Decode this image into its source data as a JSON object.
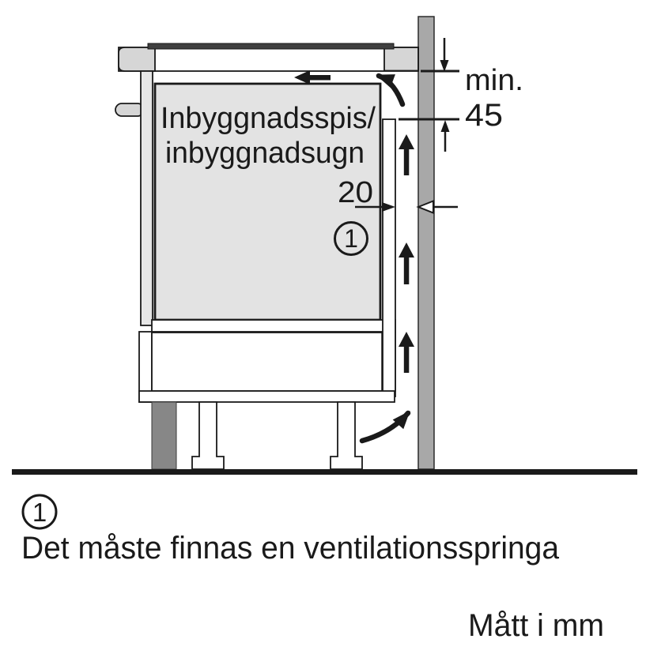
{
  "diagram": {
    "cabinet_label_line1": "Inbyggnadsspis/",
    "cabinet_label_line2": "inbyggnadsugn",
    "dimensions": {
      "top_gap_prefix": "min.",
      "top_gap_value": "45",
      "rear_gap_value": "20"
    },
    "callout_marker": "1"
  },
  "legend": {
    "marker": "1",
    "text": "Det måste finnas en ventilationsspringa"
  },
  "units_note": "Mått i mm",
  "colors": {
    "background": "#ffffff",
    "wall_gray": "#a8a8a8",
    "cabinet_gray": "#d6d6d6",
    "panel_gray": "#e6e6e6",
    "oven_gray": "#e3e3e3",
    "plinth_gray": "#878787",
    "hob_dark": "#3f3f3f",
    "line_black": "#1a1a1a"
  }
}
